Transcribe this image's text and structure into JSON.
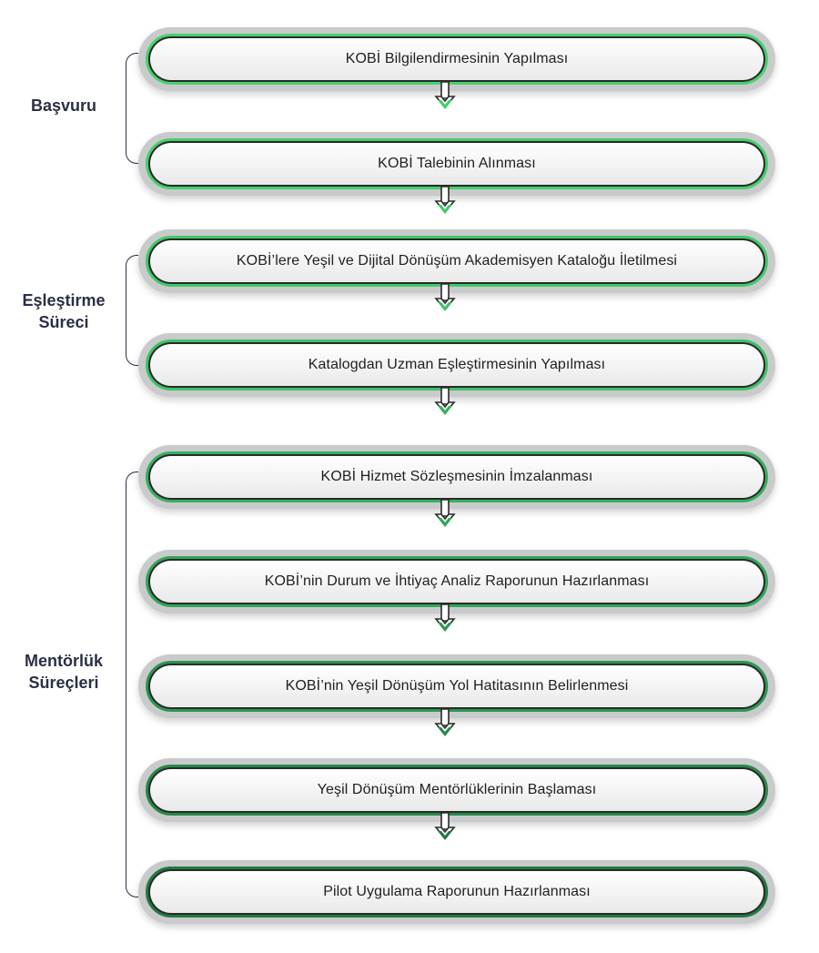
{
  "groups": [
    {
      "label_line1": "Başvuru",
      "label_line2": ""
    },
    {
      "label_line1": "Eşleştirme",
      "label_line2": "Süreci"
    },
    {
      "label_line1": "Mentörlük",
      "label_line2": "Süreçleri"
    }
  ],
  "steps": [
    {
      "label": "KOBİ Bilgilendirmesinin Yapılması",
      "color": "#45d26e"
    },
    {
      "label": "KOBİ Talebinin Alınması",
      "color": "#43cf6c"
    },
    {
      "label": "KOBİ’lere Yeşil ve Dijital Dönüşüm Akademisyen Kataloğu İletilmesi",
      "color": "#3fca69"
    },
    {
      "label": "Katalogdan Uzman Eşleştirmesinin Yapılması",
      "color": "#3bc266"
    },
    {
      "label": "KOBİ Hizmet Sözleşmesinin İmzalanması",
      "color": "#35b05f"
    },
    {
      "label": "KOBİ’nin Durum ve İhtiyaç Analiz Raporunun Hazırlanması",
      "color": "#31a65a"
    },
    {
      "label": "KOBİ’nin Yeşil Dönüşüm Yol Hatitasının Belirlenmesi",
      "color": "#2c9651"
    },
    {
      "label": "Yeşil Dönüşüm Mentörlüklerinin Başlaması",
      "color": "#278948"
    },
    {
      "label": "Pilot Uygulama Raporunun Hazırlanması",
      "color": "#207a40"
    }
  ]
}
